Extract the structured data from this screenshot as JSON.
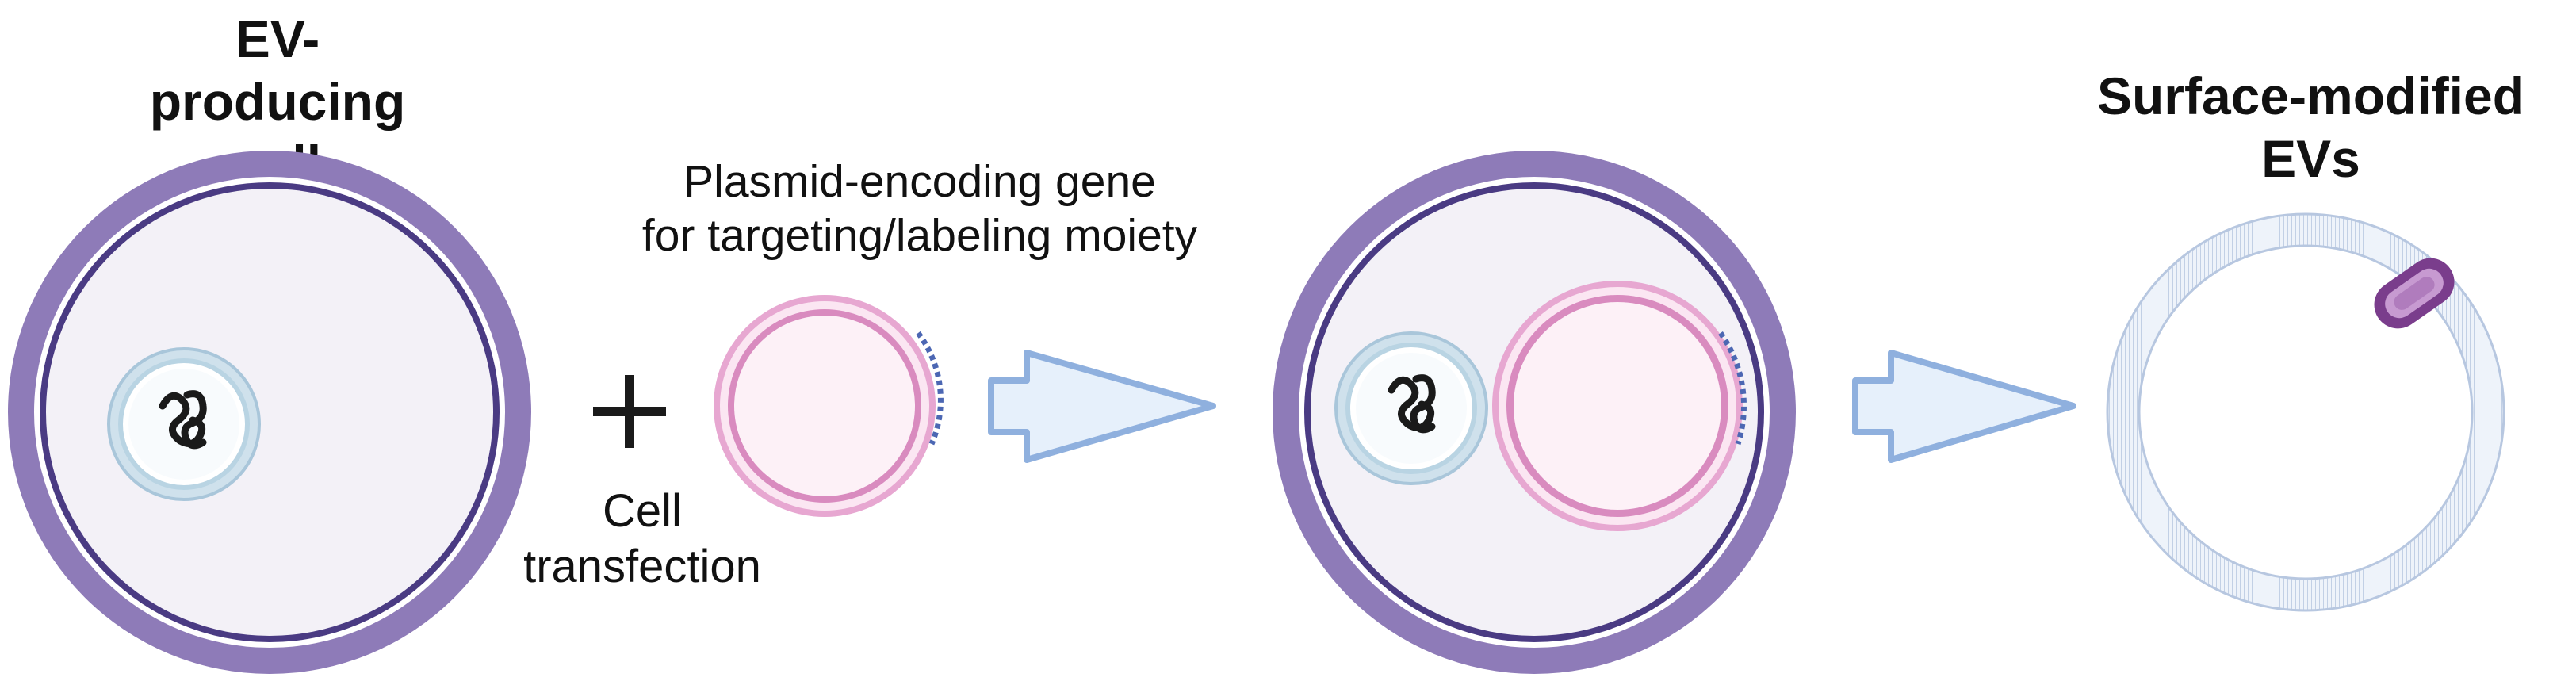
{
  "labels": {
    "producing_cell": "EV-producing cell",
    "plasmid": [
      "Plasmid-encoding gene",
      "for targeting/labeling moiety"
    ],
    "plus": "+",
    "transfection": [
      "Cell",
      "transfection"
    ],
    "modified_evs": [
      "Surface-modified",
      "EVs"
    ]
  },
  "colors": {
    "cell_outer_ring": "#8e7bb8",
    "cell_inner_ring": "#4a3b83",
    "cytoplasm": "#f3f1f7",
    "nucleus_ring": "#b9d4e3",
    "plasmid_ring": "#d98bbf",
    "plasmid_fill": "#fdf1f7",
    "arrow_fill": "#e6f0fb",
    "arrow_stroke": "#8fb0de",
    "ev_membrane": "#b7c7e0",
    "ev_protein": "#7a3d8c"
  }
}
